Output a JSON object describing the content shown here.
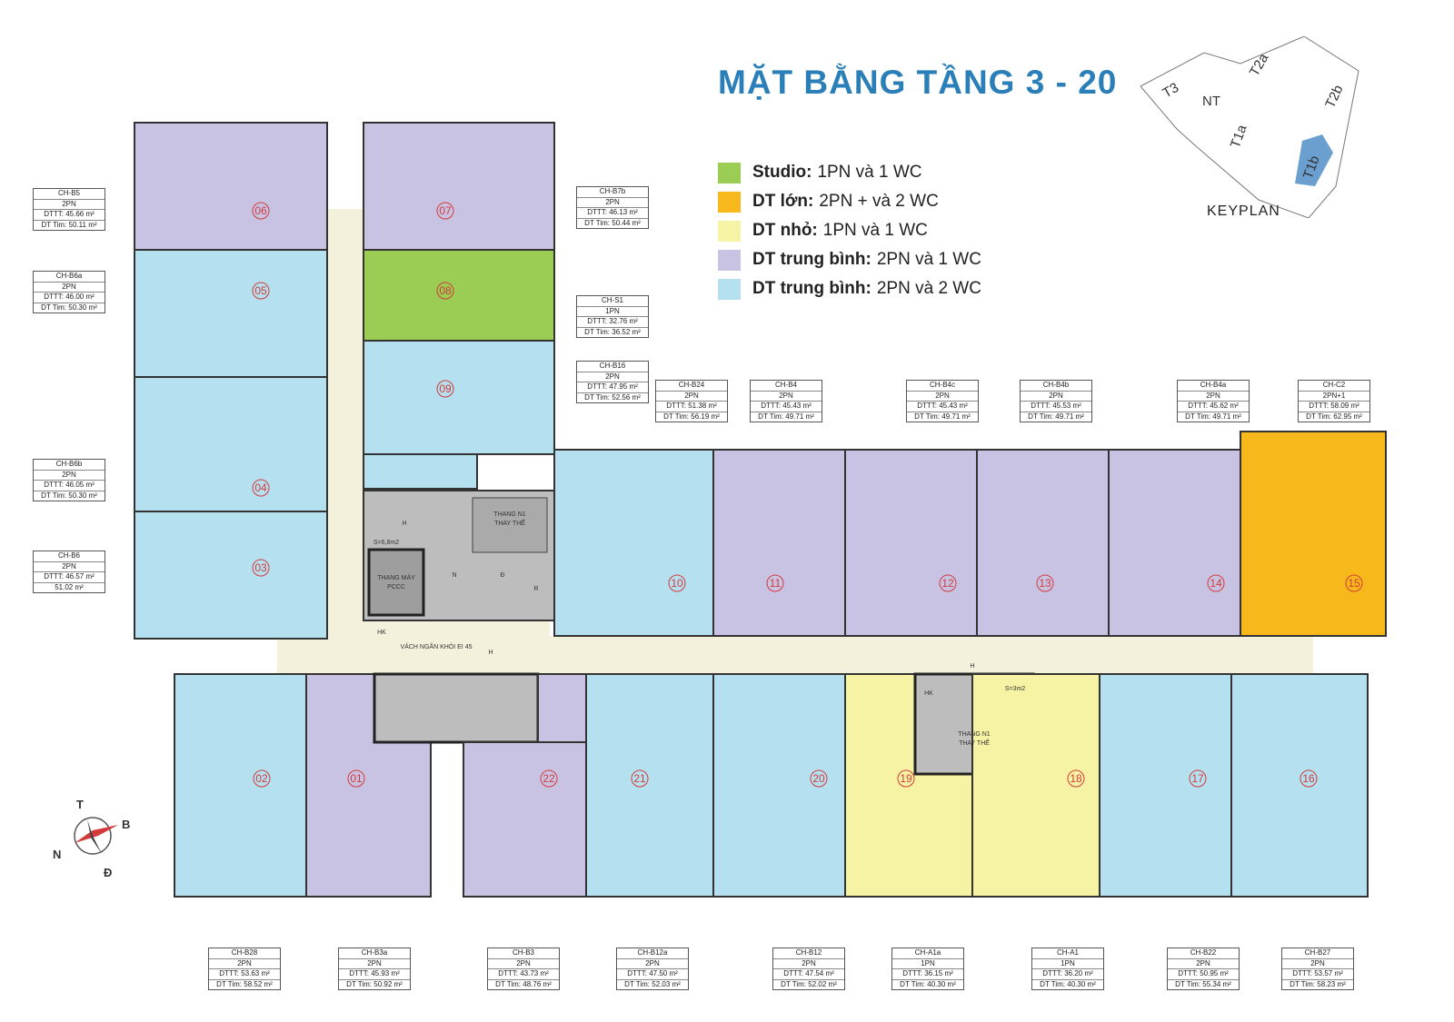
{
  "title": "MẶT BẰNG TẦNG 3 - 20",
  "colors": {
    "studio": "#9bcc54",
    "large": "#f6b81b",
    "small": "#f7f3a4",
    "medium_1wc": "#c9c3e3",
    "medium_2wc": "#b5e0ef",
    "corridor": "#f3f0dc",
    "core": "#bdbdbd",
    "title": "#2a7fb8",
    "unit_number": "#d23b3b"
  },
  "legend": [
    {
      "category": "Studio:",
      "desc": "1PN và 1 WC",
      "color": "#9bcc54"
    },
    {
      "category": "DT lớn:",
      "desc": "2PN + và 2 WC",
      "color": "#f6b81b"
    },
    {
      "category": "DT nhỏ:",
      "desc": "1PN  và 1 WC",
      "color": "#f7f3a4"
    },
    {
      "category": "DT trung bình:",
      "desc": "2PN và 1 WC",
      "color": "#c9c3e3"
    },
    {
      "category": "DT trung bình:",
      "desc": "2PN và 2 WC",
      "color": "#b5e0ef"
    }
  ],
  "keyplan": {
    "label": "KEYPLAN",
    "blocks": [
      "T3",
      "NT",
      "T2a",
      "T1a",
      "T2b",
      "T1b"
    ],
    "highlighted": "T1b"
  },
  "compass": {
    "north": "T",
    "east": "B",
    "south": "Đ",
    "west": "N"
  },
  "core_labels": {
    "stair_top": "THANG N1",
    "stair_top2": "THAY THẾ",
    "elevator_fire": "THANG MÁY",
    "elevator_fire2": "PCCC",
    "area_a": "S=6,8m2",
    "area_b": "S=3m2",
    "hk": "HK",
    "h": "H",
    "n": "N",
    "d": "Đ",
    "r": "R",
    "partition": "VÁCH NGĂN KHÓI EI 45"
  },
  "units": [
    {
      "no": "06",
      "type": "medium_1wc",
      "code": "CH-B5",
      "rooms": "2PN",
      "dttt": "DTTT: 45.66 m²",
      "dttim": "DT Tim: 50.11 m²"
    },
    {
      "no": "05",
      "type": "medium_2wc",
      "code": "CH-B6a",
      "rooms": "2PN",
      "dttt": "DTTT: 46.00 m²",
      "dttim": "DT Tim: 50.30 m²"
    },
    {
      "no": "04",
      "type": "medium_2wc",
      "code": "CH-B6b",
      "rooms": "2PN",
      "dttt": "DTTT: 46.05 m²",
      "dttim": "DT Tim: 50.30 m²"
    },
    {
      "no": "03",
      "type": "medium_2wc",
      "code": "CH-B6",
      "rooms": "2PN",
      "dttt": "DTTT: 46.57 m²",
      "dttim": "51.02 m²"
    },
    {
      "no": "07",
      "type": "medium_1wc",
      "code": "CH-B7b",
      "rooms": "2PN",
      "dttt": "DTTT: 46.13 m²",
      "dttim": "DT Tim: 50.44 m²"
    },
    {
      "no": "08",
      "type": "studio",
      "code": "CH-S1",
      "rooms": "1PN",
      "dttt": "DTTT: 32.76 m²",
      "dttim": "DT Tim: 36.52 m²"
    },
    {
      "no": "09",
      "type": "medium_2wc",
      "code": "CH-B16",
      "rooms": "2PN",
      "dttt": "DTTT: 47.95 m²",
      "dttim": "DT Tim: 52.56 m²"
    },
    {
      "no": "10",
      "type": "medium_2wc",
      "code": "CH-B24",
      "rooms": "2PN",
      "dttt": "DTTT: 51.38 m²",
      "dttim": "DT Tim: 56.19 m²"
    },
    {
      "no": "11",
      "type": "medium_1wc",
      "code": "CH-B4",
      "rooms": "2PN",
      "dttt": "DTTT: 45.43 m²",
      "dttim": "DT Tim: 49.71 m²"
    },
    {
      "no": "12",
      "type": "medium_1wc",
      "code": "CH-B4c",
      "rooms": "2PN",
      "dttt": "DTTT: 45.43 m²",
      "dttim": "DT Tim: 49.71 m²"
    },
    {
      "no": "13",
      "type": "medium_1wc",
      "code": "CH-B4b",
      "rooms": "2PN",
      "dttt": "DTTT: 45.53 m²",
      "dttim": "DT Tim: 49.71 m²"
    },
    {
      "no": "14",
      "type": "medium_1wc",
      "code": "CH-B4a",
      "rooms": "2PN",
      "dttt": "DTTT: 45.62 m²",
      "dttim": "DT Tim: 49.71 m²"
    },
    {
      "no": "15",
      "type": "large",
      "code": "CH-C2",
      "rooms": "2PN+1",
      "dttt": "DTTT: 58.09 m²",
      "dttim": "DT Tim: 62.95 m²"
    },
    {
      "no": "02",
      "type": "medium_2wc",
      "code": "CH-B28",
      "rooms": "2PN",
      "dttt": "DTTT: 53.63 m²",
      "dttim": "DT Tim: 58.52 m²"
    },
    {
      "no": "01",
      "type": "medium_1wc",
      "code": "CH-B3a",
      "rooms": "2PN",
      "dttt": "DTTT: 45.93 m²",
      "dttim": "DT Tim: 50.92 m²"
    },
    {
      "no": "22",
      "type": "medium_1wc",
      "code": "CH-B3",
      "rooms": "2PN",
      "dttt": "DTTT: 43.73 m²",
      "dttim": "DT Tim: 48.76 m²"
    },
    {
      "no": "21",
      "type": "medium_2wc",
      "code": "CH-B12a",
      "rooms": "2PN",
      "dttt": "DTTT: 47.50 m²",
      "dttim": "DT Tim: 52.03 m²"
    },
    {
      "no": "20",
      "type": "medium_2wc",
      "code": "CH-B12",
      "rooms": "2PN",
      "dttt": "DTTT: 47.54 m²",
      "dttim": "DT Tim: 52.02 m²"
    },
    {
      "no": "19",
      "type": "small",
      "code": "CH-A1a",
      "rooms": "1PN",
      "dttt": "DTTT: 36.15 m²",
      "dttim": "DT Tim: 40.30 m²"
    },
    {
      "no": "18",
      "type": "small",
      "code": "CH-A1",
      "rooms": "1PN",
      "dttt": "DTTT: 36.20 m²",
      "dttim": "DT Tim: 40.30 m²"
    },
    {
      "no": "17",
      "type": "medium_2wc",
      "code": "CH-B22",
      "rooms": "2PN",
      "dttt": "DTTT: 50.95 m²",
      "dttim": "DT Tim: 55.34 m²"
    },
    {
      "no": "16",
      "type": "medium_2wc",
      "code": "CH-B27",
      "rooms": "2PN",
      "dttt": "DTTT: 53.57 m²",
      "dttim": "DT Tim: 58.23 m²"
    }
  ]
}
